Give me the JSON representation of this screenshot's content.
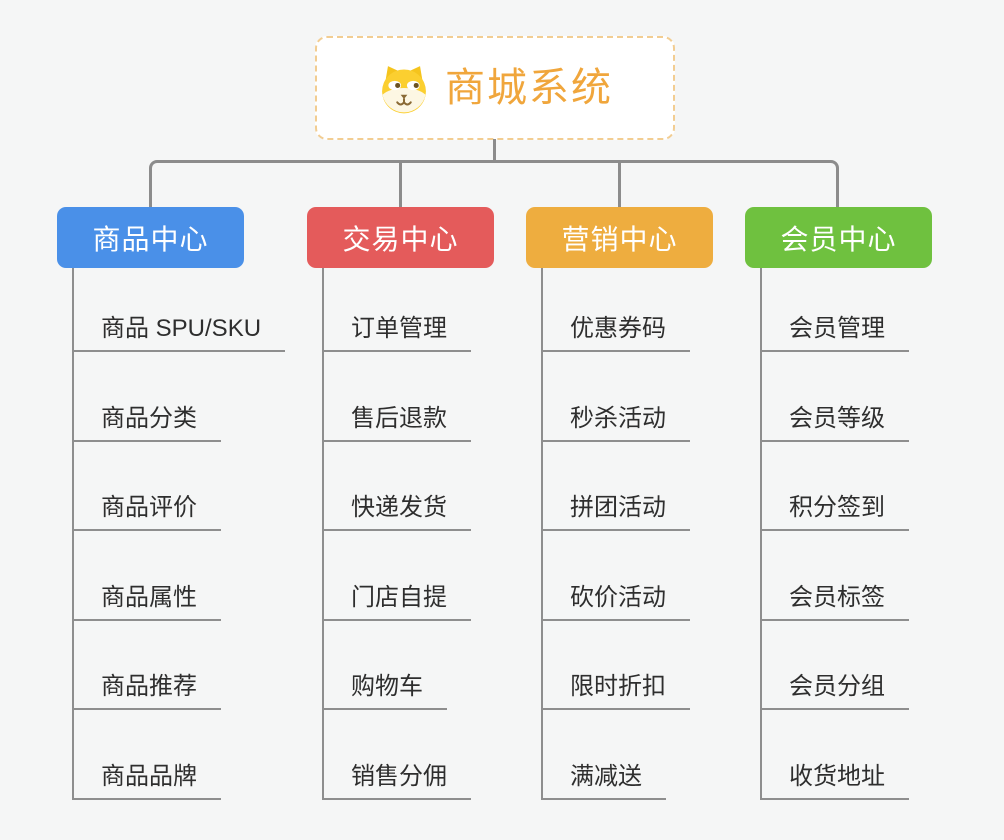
{
  "root": {
    "title": "商城系统",
    "icon": "dog-face-icon"
  },
  "branches": [
    {
      "label": "商品中心",
      "color": "#4a90e8",
      "children": [
        "商品 SPU/SKU",
        "商品分类",
        "商品评价",
        "商品属性",
        "商品推荐",
        "商品品牌"
      ]
    },
    {
      "label": "交易中心",
      "color": "#e45b5b",
      "children": [
        "订单管理",
        "售后退款",
        "快递发货",
        "门店自提",
        "购物车",
        "销售分佣"
      ]
    },
    {
      "label": "营销中心",
      "color": "#eead3f",
      "children": [
        "优惠券码",
        "秒杀活动",
        "拼团活动",
        "砍价活动",
        "限时折扣",
        "满减送"
      ]
    },
    {
      "label": "会员中心",
      "color": "#6fc13f",
      "children": [
        "会员管理",
        "会员等级",
        "积分签到",
        "会员标签",
        "会员分组",
        "收货地址"
      ]
    }
  ],
  "colors": {
    "root_text": "#f0a63c",
    "root_border": "#f2cd92",
    "connector_line": "#8c8c8c",
    "leaf_text": "#2e2e2e",
    "background": "#f5f6f6"
  }
}
